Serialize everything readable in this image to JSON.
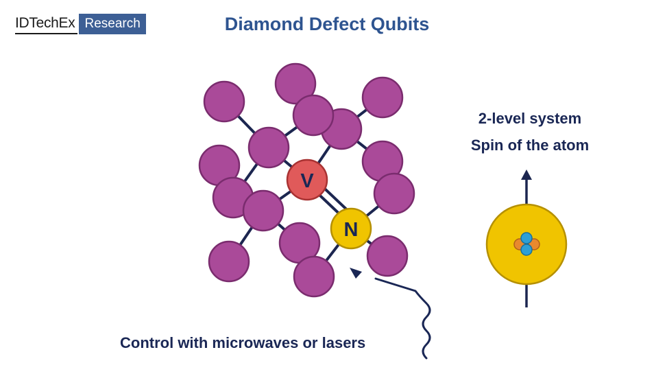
{
  "header": {
    "logo_text": "IDTechEx",
    "logo_tag": "Research",
    "title": "Diamond Defect Qubits"
  },
  "lattice": {
    "vacancy_label": "V",
    "nitrogen_label": "N"
  },
  "right_panel": {
    "line1": "2-level system",
    "line2": "Spin of the atom"
  },
  "caption": "Control with microwaves or lasers",
  "colors": {
    "title": "#2e5490",
    "text": "#1a2755",
    "carbon": "#aa4a99",
    "vacancy": "#e05a5a",
    "nitrogen": "#f0c400",
    "bond": "#1c2650"
  }
}
